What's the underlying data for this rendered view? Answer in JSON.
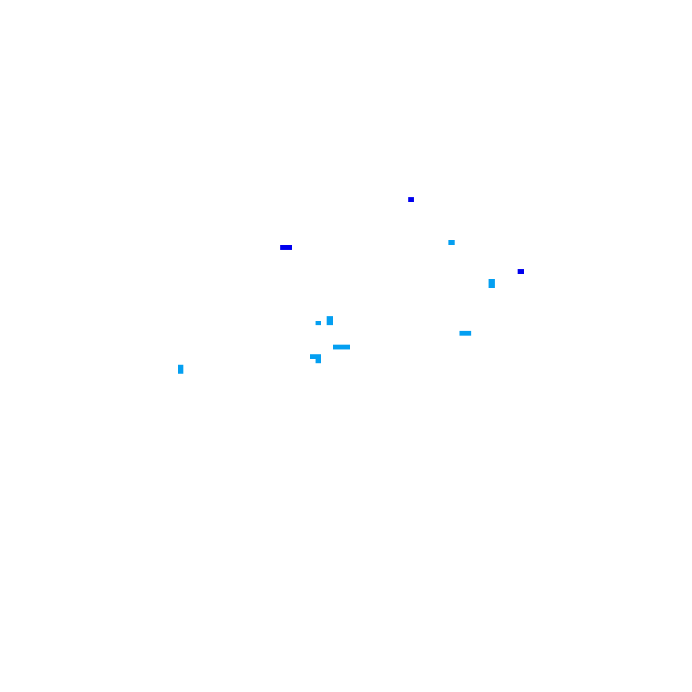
{
  "colors": {
    "background": "#ffffff",
    "light_blue": "#049ff1",
    "dark_blue": "#0000ee"
  },
  "marks": [
    {
      "color": "dark_blue"
    },
    {
      "color": "dark_blue"
    },
    {
      "color": "light_blue"
    },
    {
      "color": "dark_blue"
    },
    {
      "color": "light_blue"
    },
    {
      "color": "light_blue"
    },
    {
      "color": "light_blue"
    },
    {
      "color": "light_blue"
    },
    {
      "color": "light_blue"
    },
    {
      "color": "light_blue"
    },
    {
      "color": "light_blue"
    },
    {
      "color": "light_blue"
    }
  ]
}
